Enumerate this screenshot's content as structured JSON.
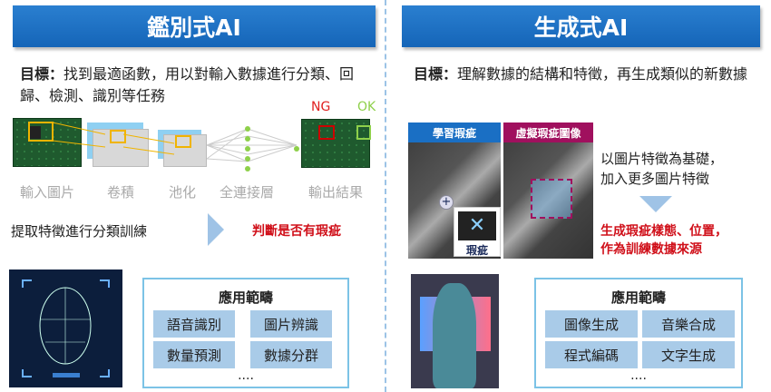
{
  "left": {
    "title": "鑑別式AI",
    "goal_label": "目標：",
    "goal_text": "找到最適函數，用以對輸入數據進行分類、回歸、檢測、識別等任務",
    "ng": "NG",
    "ok": "OK",
    "steps": [
      "輸入圖片",
      "卷積",
      "池化",
      "全連接層",
      "輸出結果"
    ],
    "process": "提取特徵進行分類訓練",
    "result": "判斷是否有瑕疵",
    "apps_title": "應用範疇",
    "apps": [
      "語音識別",
      "圖片辨識",
      "數量預測",
      "數據分群"
    ],
    "more": "...."
  },
  "right": {
    "title": "生成式AI",
    "goal_label": "目標：",
    "goal_text": "理解數據的結構和特徵，再生成類似的新數據",
    "tag_learn": "學習瑕疵",
    "tag_virtual": "虛擬瑕疵圖像",
    "defect_label": "瑕疵",
    "desc1": "以圖片特徵為基礎，",
    "desc2": "加入更多圖片特徵",
    "result1": "生成瑕疵樣態、位置，",
    "result2": "作為訓練數據來源",
    "apps_title": "應用範疇",
    "apps": [
      "圖像生成",
      "音樂合成",
      "程式編碼",
      "文字生成"
    ],
    "more": "...."
  }
}
